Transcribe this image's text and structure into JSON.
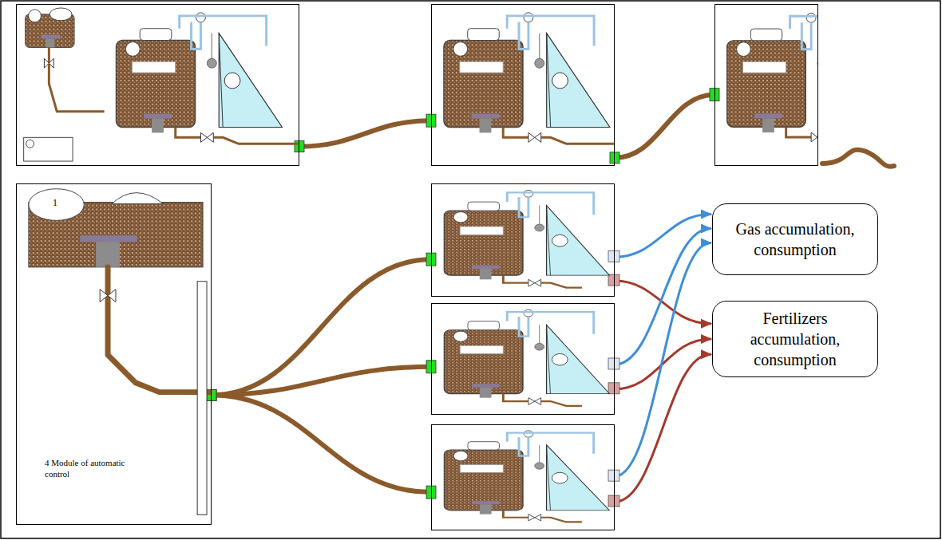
{
  "diagram": {
    "nodes": [
      {
        "text": []
      },
      {
        "text": []
      },
      {
        "text": []
      },
      {
        "text": [
          "4 Module of automatic control"
        ]
      },
      {
        "text": []
      },
      {
        "text": []
      },
      {
        "text": []
      },
      {
        "text": [
          "Gas accumulation, consumption"
        ]
      },
      {
        "text": [
          "Fertilizers accumulation, consumption"
        ]
      }
    ],
    "edges": [
      {
        "from": 0,
        "to": 1,
        "arrow": "none"
      },
      {
        "from": 1,
        "to": 2,
        "arrow": "none"
      },
      {
        "from": 3,
        "to": 4,
        "arrow": "none"
      },
      {
        "from": 3,
        "to": 5,
        "arrow": "none"
      },
      {
        "from": 3,
        "to": 6,
        "arrow": "none"
      },
      {
        "from": 4,
        "to": 7,
        "arrow": "to"
      },
      {
        "from": 4,
        "to": 8,
        "arrow": "to"
      },
      {
        "from": 5,
        "to": 7,
        "arrow": "to"
      },
      {
        "from": 5,
        "to": 8,
        "arrow": "to"
      },
      {
        "from": 6,
        "to": 7,
        "arrow": "to"
      },
      {
        "from": 6,
        "to": 8,
        "arrow": "to"
      }
    ],
    "labels": [
      "1"
    ]
  }
}
